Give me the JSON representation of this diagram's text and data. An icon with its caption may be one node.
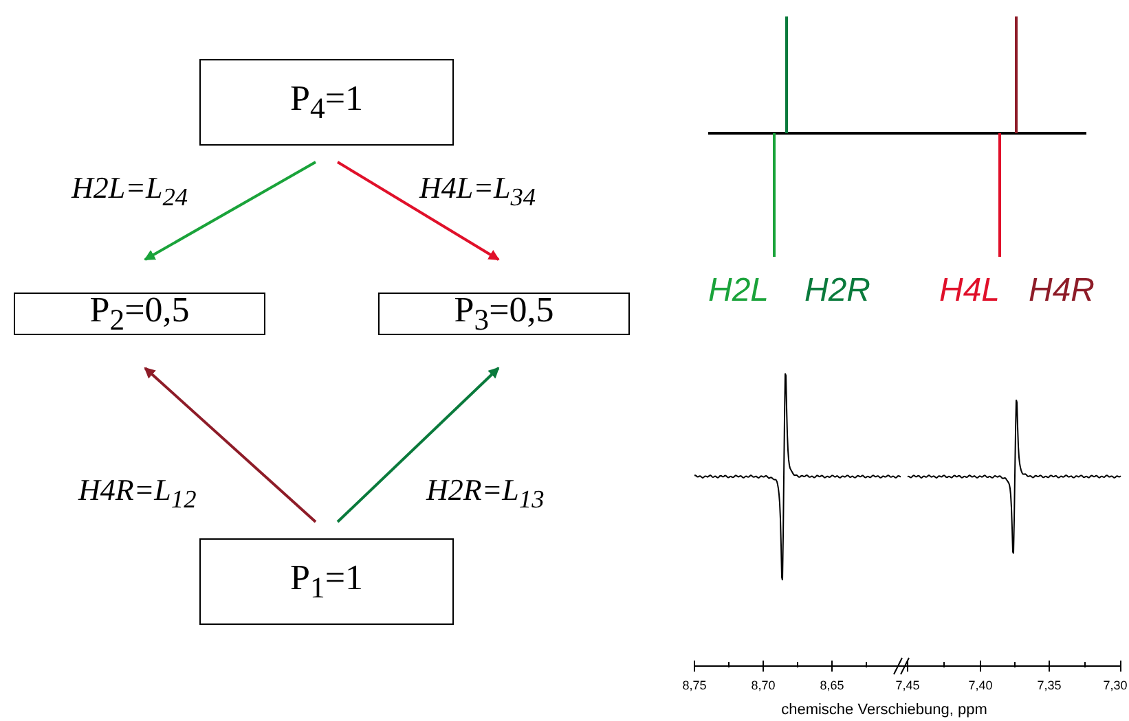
{
  "diagram": {
    "nodes": [
      {
        "text": [
          "P$_{4}$=1"
        ]
      },
      {
        "text": [
          "P$_{2}$=0,5"
        ]
      },
      {
        "text": [
          "P$_{3}$=0,5"
        ]
      },
      {
        "text": [
          "P$_{1}$=1"
        ]
      }
    ],
    "edges": [
      {
        "from": 0,
        "to": 1,
        "arrow": "to",
        "label": "H2L=L$_{24}$",
        "color": "#1aa33a"
      },
      {
        "from": 0,
        "to": 2,
        "arrow": "to",
        "label": "H4L=L$_{34}$",
        "color": "#e0102a"
      },
      {
        "from": 3,
        "to": 1,
        "arrow": "to",
        "label": "H4R=L$_{12}$",
        "color": "#8e1c28"
      },
      {
        "from": 3,
        "to": 2,
        "arrow": "to",
        "label": "H2R=L$_{13}$",
        "color": "#0a7a3c"
      }
    ],
    "labels": [
      "H2L",
      "H2R",
      "H4L",
      "H4R",
      "8,75",
      "8,70",
      "8,65",
      "7,45",
      "7,40",
      "7,35",
      "7,30",
      "chemische Verschiebung, ppm"
    ]
  }
}
